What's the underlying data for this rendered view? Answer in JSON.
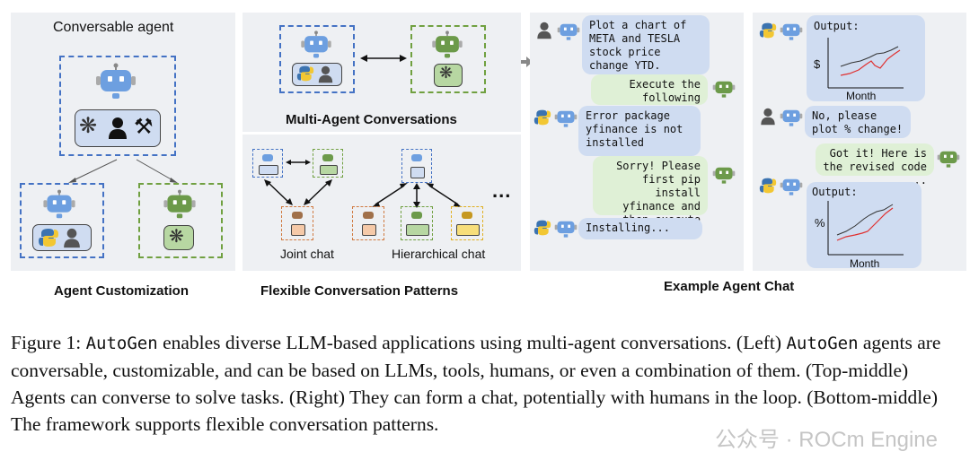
{
  "left_panel": {
    "title": "Conversable agent",
    "caption": "Agent Customization"
  },
  "middle_panel": {
    "top_caption": "Multi-Agent Conversations",
    "joint_chat": "Joint chat",
    "hierarchical_chat": "Hierarchical chat",
    "ellipsis": "...",
    "caption": "Flexible Conversation Patterns"
  },
  "chat_panel": {
    "caption": "Example Agent Chat",
    "messages": [
      "Plot a chart of META and TESLA stock price change YTD.",
      "Execute the following code...",
      "Error package yfinance is not installed",
      "Sorry! Please first pip install yfinance and then execute the code",
      "Installing...",
      "No, please plot % change!",
      "Got it! Here is the revised code ..."
    ],
    "chart1": {
      "title": "Output:",
      "ylabel": "$",
      "xlabel": "Month"
    },
    "chart2": {
      "title": "Output:",
      "ylabel": "%",
      "xlabel": "Month"
    }
  },
  "figure_caption": {
    "part1": "Figure 1: ",
    "code1": "AutoGen",
    "part2": " enables diverse LLM-based applications using multi-agent conversations. (Left) ",
    "code2": "AutoGen",
    "part3": " agents are conversable, customizable, and can be based on LLMs, tools, humans, or even a combination of them. (Top-middle) Agents can converse to solve tasks. (Right) They can form a chat, potentially with humans in the loop. (Bottom-middle) The framework supports flexible conversation patterns."
  },
  "watermark": "公众号 · ROCm Engine",
  "colors": {
    "panel": "#eef0f3",
    "blue": "#4472c4",
    "green": "#70a040",
    "bubble_blue": "#cfdcf1",
    "bubble_green": "#dff0d6",
    "red_line": "#e03030"
  }
}
